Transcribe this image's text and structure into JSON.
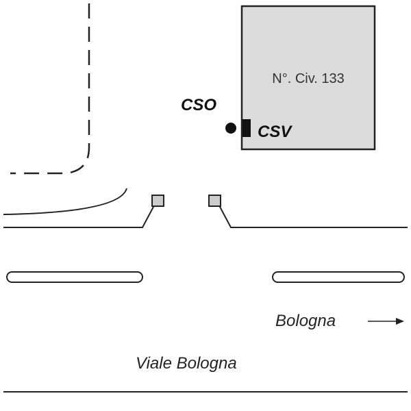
{
  "building": {
    "label": "N°. Civ. 133",
    "fill": "#dcdcdc"
  },
  "labels": {
    "cso": "CSO",
    "csv": "CSV"
  },
  "direction": {
    "label": "Bologna"
  },
  "street": {
    "name": "Viale Bologna"
  }
}
